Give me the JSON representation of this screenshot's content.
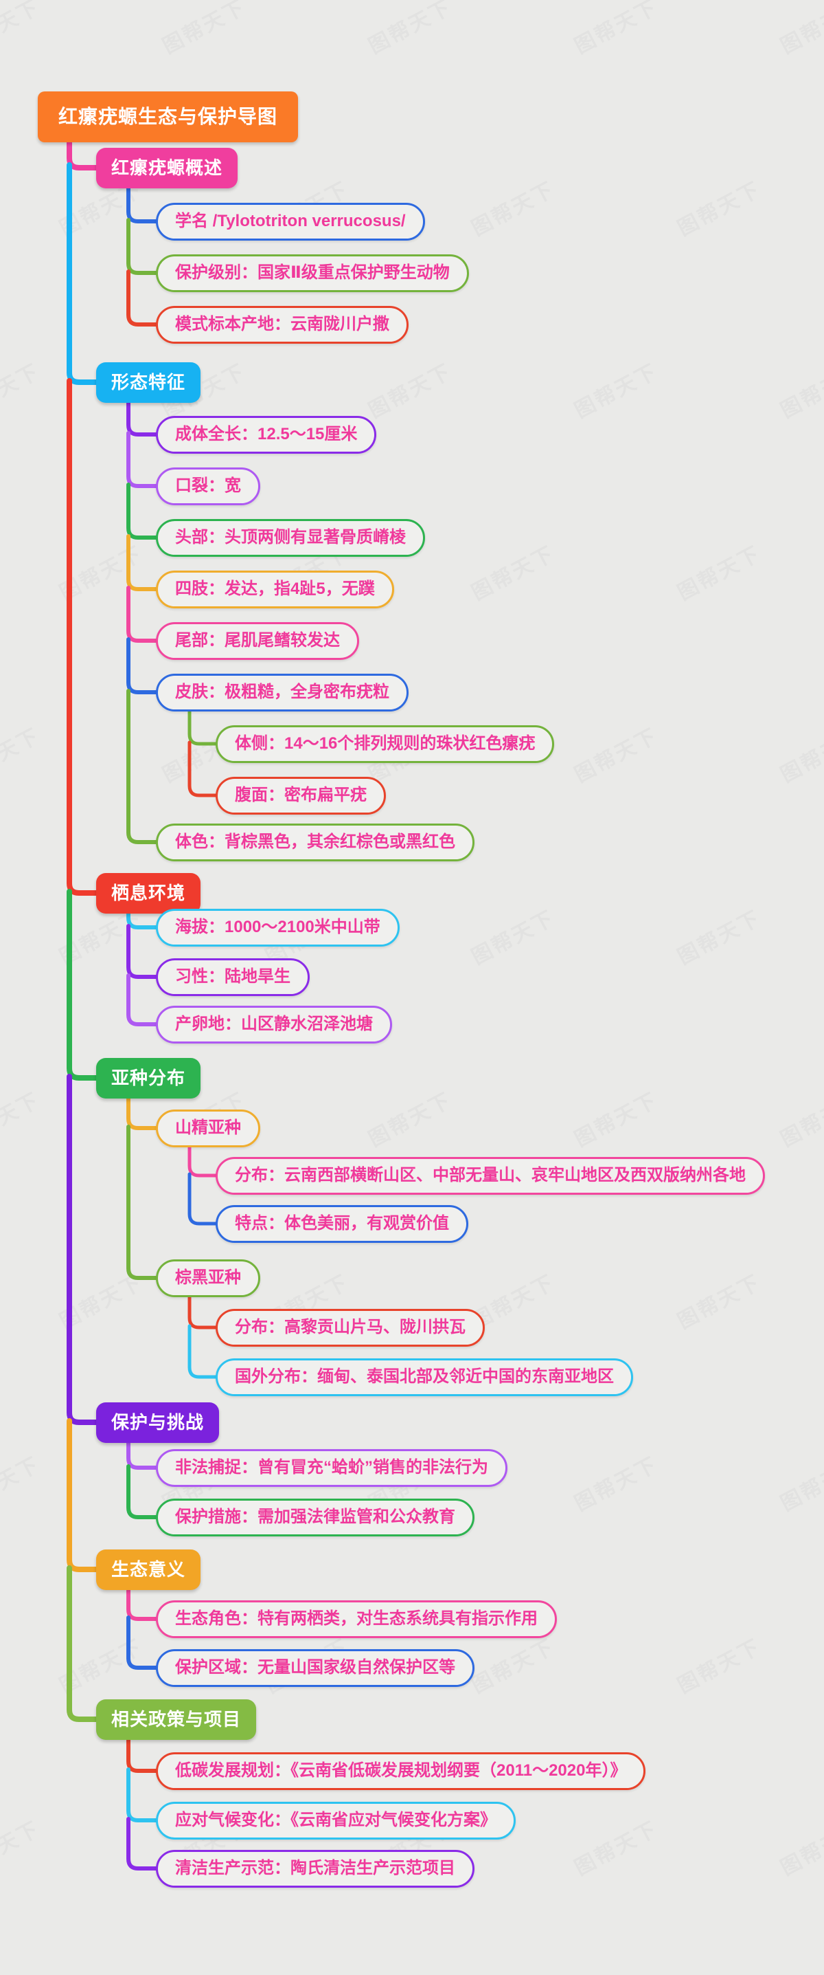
{
  "title": "红瘰疣螈生态与保护导图",
  "watermark": {
    "text": "图帮天下"
  },
  "palette": {
    "background": "#EAEAE8",
    "root_fill": "#FA7A27",
    "leaf_fill": "#F0F0EE",
    "leaf_text": "#F0399B",
    "blue": "#2E6AE0",
    "yellow_green": "#74B33C",
    "red": "#E8432B",
    "purple": "#8A2BE8",
    "light_purple": "#AE5AF2",
    "green": "#2DB350",
    "amber": "#F0AD2E",
    "pink": "#F2479E",
    "cyan": "#2EC3F0"
  },
  "branches": [
    {
      "label": "红瘰疣螈概述",
      "color": "#F03E9E",
      "children": [
        {
          "text": "学名 /Tylototriton verrucosus/",
          "border": "#2E6AE0"
        },
        {
          "text": "保护级别：国家Ⅱ级重点保护野生动物",
          "border": "#74B33C"
        },
        {
          "text": "模式标本产地：云南陇川户撒",
          "border": "#E8432B"
        }
      ]
    },
    {
      "label": "形态特征",
      "color": "#17B2F2",
      "children": [
        {
          "text": "成体全长：12.5～15厘米",
          "border": "#8A2BE8"
        },
        {
          "text": "口裂：宽",
          "border": "#AE5AF2"
        },
        {
          "text": "头部：头顶两侧有显著骨质嵴棱",
          "border": "#2DB350"
        },
        {
          "text": "四肢：发达，指4趾5，无蹼",
          "border": "#F0AD2E"
        },
        {
          "text": "尾部：尾肌尾鳍较发达",
          "border": "#F2479E"
        },
        {
          "text": "皮肤：极粗糙，全身密布疣粒",
          "border": "#2E6AE0",
          "children": [
            {
              "text": "体侧：14～16个排列规则的珠状红色瘰疣",
              "border": "#74B33C"
            },
            {
              "text": "腹面：密布扁平疣",
              "border": "#E8432B"
            }
          ]
        },
        {
          "text": "体色：背棕黑色，其余红棕色或黑红色",
          "border": "#74B33C"
        }
      ]
    },
    {
      "label": "栖息环境",
      "color": "#EF3B2D",
      "children": [
        {
          "text": "海拔：1000～2100米中山带",
          "border": "#2EC3F0"
        },
        {
          "text": "习性：陆地旱生",
          "border": "#8A2BE8"
        },
        {
          "text": "产卵地：山区静水沼泽池塘",
          "border": "#AE5AF2"
        }
      ]
    },
    {
      "label": "亚种分布",
      "color": "#2DB350",
      "children": [
        {
          "text": "山精亚种",
          "border": "#F0AD2E",
          "children": [
            {
              "text": "分布：云南西部横断山区、中部无量山、哀牢山地区及西双版纳州各地",
              "border": "#F2479E"
            },
            {
              "text": "特点：体色美丽，有观赏价值",
              "border": "#2E6AE0"
            }
          ]
        },
        {
          "text": "棕黑亚种",
          "border": "#74B33C",
          "children": [
            {
              "text": "分布：高黎贡山片马、陇川拱瓦",
              "border": "#E8432B"
            },
            {
              "text": "国外分布：缅甸、泰国北部及邻近中国的东南亚地区",
              "border": "#2EC3F0"
            }
          ]
        }
      ]
    },
    {
      "label": "保护与挑战",
      "color": "#7B22DD",
      "children": [
        {
          "text": "非法捕捉：曾有冒充“蛤蚧”销售的非法行为",
          "border": "#AE5AF2"
        },
        {
          "text": "保护措施：需加强法律监管和公众教育",
          "border": "#2DB350"
        }
      ]
    },
    {
      "label": "生态意义",
      "color": "#F2A526",
      "children": [
        {
          "text": "生态角色：特有两栖类，对生态系统具有指示作用",
          "border": "#F2479E"
        },
        {
          "text": "保护区域：无量山国家级自然保护区等",
          "border": "#2E6AE0"
        }
      ]
    },
    {
      "label": "相关政策与项目",
      "color": "#84BB44",
      "children": [
        {
          "text": "低碳发展规划：《云南省低碳发展规划纲要（2011～2020年）》",
          "border": "#E8432B"
        },
        {
          "text": "应对气候变化：《云南省应对气候变化方案》",
          "border": "#2EC3F0"
        },
        {
          "text": "清洁生产示范：陶氏清洁生产示范项目",
          "border": "#8A2BE8"
        }
      ]
    }
  ]
}
